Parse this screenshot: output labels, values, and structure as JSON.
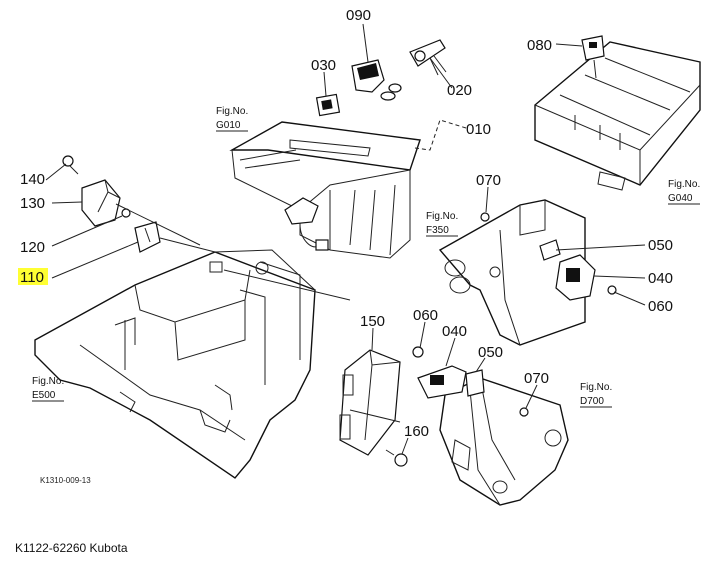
{
  "diagram": {
    "callouts": [
      "090",
      "030",
      "020",
      "010",
      "080",
      "140",
      "130",
      "120",
      "110",
      "070",
      "050",
      "040",
      "060",
      "150",
      "060",
      "040",
      "050",
      "070",
      "160"
    ],
    "highlighted_callout": "110",
    "fig_refs": [
      {
        "label": "Fig.No.",
        "code": "G010"
      },
      {
        "label": "Fig.No.",
        "code": "G040"
      },
      {
        "label": "Fig.No.",
        "code": "F350"
      },
      {
        "label": "Fig.No.",
        "code": "E500"
      },
      {
        "label": "Fig.No.",
        "code": "D700"
      }
    ],
    "drawing_code": "K1310-009-13",
    "highlight_color": "#ffff33"
  },
  "caption": "K1122-62260 Kubota"
}
